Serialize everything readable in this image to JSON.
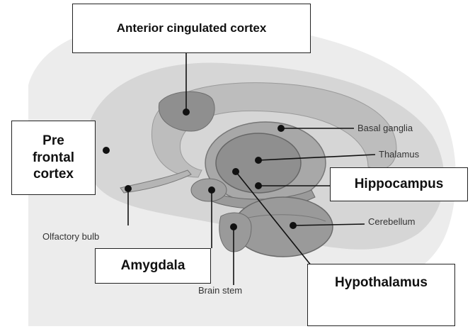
{
  "labels": {
    "anterior_cingulated_cortex": "Anterior cingulated cortex",
    "pre_frontal_cortex": "Pre\nfrontal\ncortex",
    "basal_ganglia": "Basal ganglia",
    "thalamus": "Thalamus",
    "hippocampus": "Hippocampus",
    "cerebellum": "Cerebellum",
    "olfactory_bulb": "Olfactory bulb",
    "amygdala": "Amygdala",
    "brain_stem": "Brain stem",
    "hypothalamus": "Hypothalamus"
  },
  "colors": {
    "head_silhouette": "#e8e8e8",
    "cortex_band": "#cfcfcf",
    "structure_fill": "#a9a9a9",
    "dark_structure": "#8c8c8c",
    "line": "#111111"
  }
}
